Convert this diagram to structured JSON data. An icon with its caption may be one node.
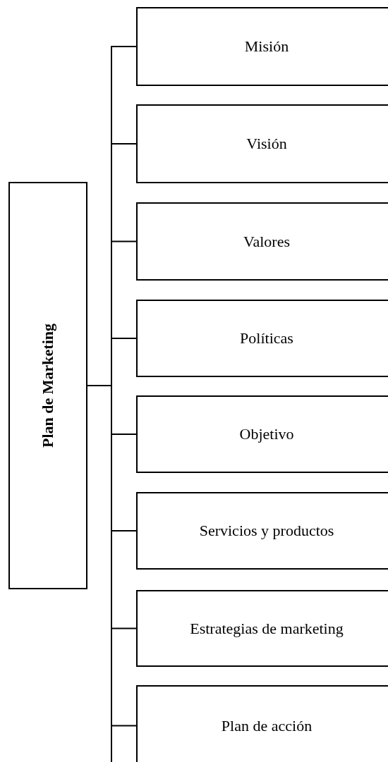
{
  "diagram": {
    "nodes": [
      {
        "text": [
          "Plan de Marketing"
        ]
      },
      {
        "text": [
          "Misión"
        ]
      },
      {
        "text": [
          "Visión"
        ]
      },
      {
        "text": [
          "Valores"
        ]
      },
      {
        "text": [
          "Políticas"
        ]
      },
      {
        "text": [
          "Objetivo"
        ]
      },
      {
        "text": [
          "Servicios y productos"
        ]
      },
      {
        "text": [
          "Estrategias de marketing"
        ]
      },
      {
        "text": [
          "Plan de acción"
        ]
      }
    ],
    "edges": [
      {
        "from": 0,
        "to": 1,
        "arrow": "none"
      },
      {
        "from": 0,
        "to": 2,
        "arrow": "none"
      },
      {
        "from": 0,
        "to": 3,
        "arrow": "none"
      },
      {
        "from": 0,
        "to": 4,
        "arrow": "none"
      },
      {
        "from": 0,
        "to": 5,
        "arrow": "none"
      },
      {
        "from": 0,
        "to": 6,
        "arrow": "none"
      },
      {
        "from": 0,
        "to": 7,
        "arrow": "none"
      },
      {
        "from": 0,
        "to": 8,
        "arrow": "none"
      }
    ]
  }
}
